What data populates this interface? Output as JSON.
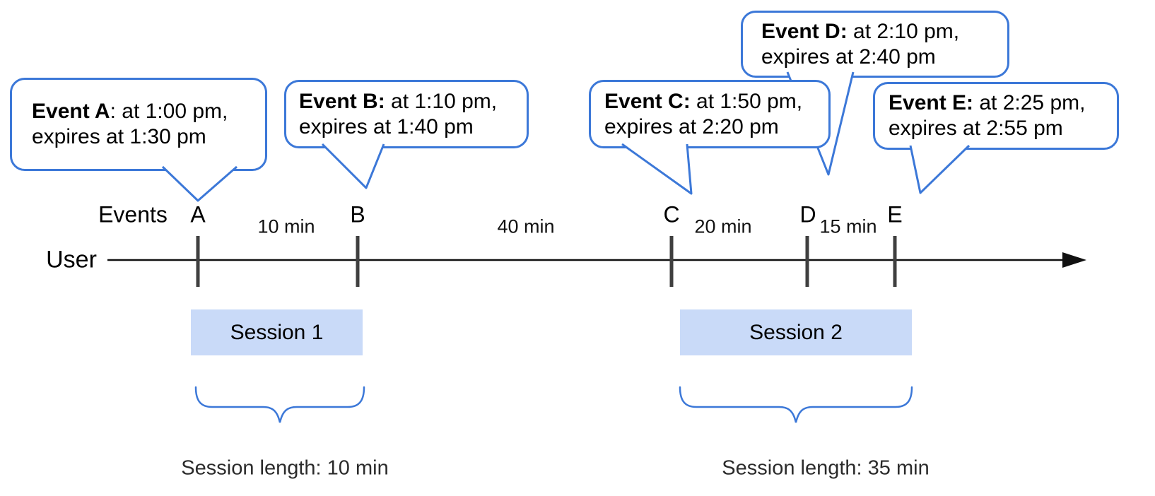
{
  "diagram_title": "event-session-timeline",
  "colors": {
    "accent_blue": "#3c78d8",
    "session_fill": "#c9daf8",
    "tick_gray": "#3f3f3f",
    "axis_black": "#111111"
  },
  "timeline": {
    "user_label": "User",
    "events_label": "Events",
    "gaps": [
      {
        "between": "A-B",
        "label": "10 min"
      },
      {
        "between": "B-C",
        "label": "40 min"
      },
      {
        "between": "C-D",
        "label": "20 min"
      },
      {
        "between": "D-E",
        "label": "15 min"
      }
    ]
  },
  "events": [
    {
      "label": "A",
      "bold": "Event A",
      "rest": ": at 1:00 pm,",
      "line2": "expires at 1:30 pm"
    },
    {
      "label": "B",
      "bold": "Event B:",
      "rest": " at 1:10 pm,",
      "line2": "expires at 1:40 pm"
    },
    {
      "label": "C",
      "bold": "Event C:",
      "rest": " at 1:50 pm,",
      "line2": "expires at 2:20 pm"
    },
    {
      "label": "D",
      "bold": "Event D:",
      "rest": " at 2:10 pm,",
      "line2": "expires at 2:40 pm"
    },
    {
      "label": "E",
      "bold": "Event E:",
      "rest": " at 2:25 pm,",
      "line2": "expires at 2:55 pm"
    }
  ],
  "sessions": [
    {
      "name": "Session 1",
      "length_label": "Session length: 10 min"
    },
    {
      "name": "Session 2",
      "length_label": "Session length: 35 min"
    }
  ]
}
